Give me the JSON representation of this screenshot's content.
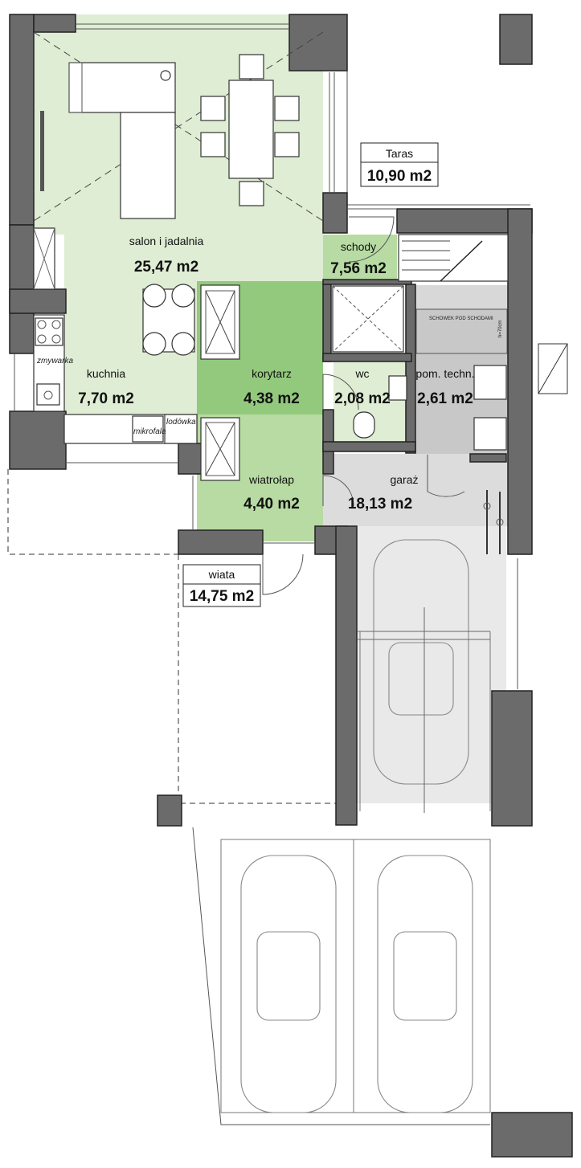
{
  "rooms": {
    "salon": {
      "name": "salon i jadalnia",
      "area": "25,47 m2"
    },
    "schody": {
      "name": "schody",
      "area": "7,56 m2"
    },
    "kuchnia": {
      "name": "kuchnia",
      "area": "7,70 m2"
    },
    "korytarz": {
      "name": "korytarz",
      "area": "4,38 m2"
    },
    "wc": {
      "name": "wc",
      "area": "2,08 m2"
    },
    "pom_techn": {
      "name": "pom. techn.",
      "area": "2,61 m2"
    },
    "wiatrolap": {
      "name": "wiatrołap",
      "area": "4,40 m2"
    },
    "garaz": {
      "name": "garaż",
      "area": "18,13 m2"
    },
    "taras": {
      "name": "Taras",
      "area": "10,90 m2"
    },
    "wiata": {
      "name": "wiata",
      "area": "14,75 m2"
    }
  },
  "appliances": {
    "zmywarka": "zmywarka",
    "mikrofala": "mikrofala",
    "lodowka": "lodówka"
  },
  "notes": {
    "schowek": "SCHOWEK POD SCHODAMI",
    "height": "h=70cm"
  },
  "colors": {
    "light_green": "#deedd4",
    "mid_green": "#b7dba3",
    "dark_green": "#93c97c",
    "grey_room": "#c8c8c8",
    "light_grey": "#e9e9e9",
    "wall": "#6b6b6b"
  }
}
